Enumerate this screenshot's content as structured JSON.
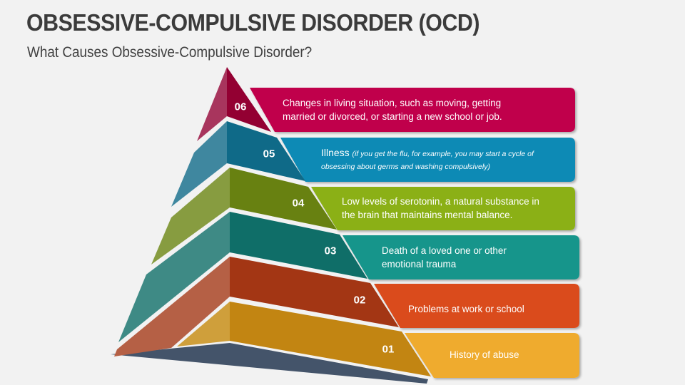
{
  "header": {
    "title": "OBSESSIVE-COMPULSIVE DISORDER (OCD)",
    "subtitle": "What Causes Obsessive-Compulsive Disorder?"
  },
  "levels": [
    {
      "number": "06",
      "text_line1": "Changes in living situation, such as moving, getting",
      "text_line2": "married or divorced, or starting a new school or job.",
      "color": "#c0004b"
    },
    {
      "number": "05",
      "lead": "Illness",
      "text_line1": "(if you get the flu, for example, you may start a cycle of",
      "text_line2": "obsessing about germs and washing compulsively)",
      "color": "#118ab5"
    },
    {
      "number": "04",
      "text_line1": "Low levels of serotonin, a natural substance in",
      "text_line2": "the brain that maintains mental balance.",
      "color": "#8bb013"
    },
    {
      "number": "03",
      "text_line1": "Death of a loved one or other",
      "text_line2": "emotional trauma",
      "color": "#13958b"
    },
    {
      "number": "02",
      "text_line1": "Problems at work or school",
      "color": "#da4c1c"
    },
    {
      "number": "01",
      "text_line1": "History of abuse",
      "color": "#efab2d"
    }
  ],
  "colors": {
    "background": "#f2f2f2",
    "title": "#3b3b3b",
    "base_shadow": "#44546a"
  }
}
